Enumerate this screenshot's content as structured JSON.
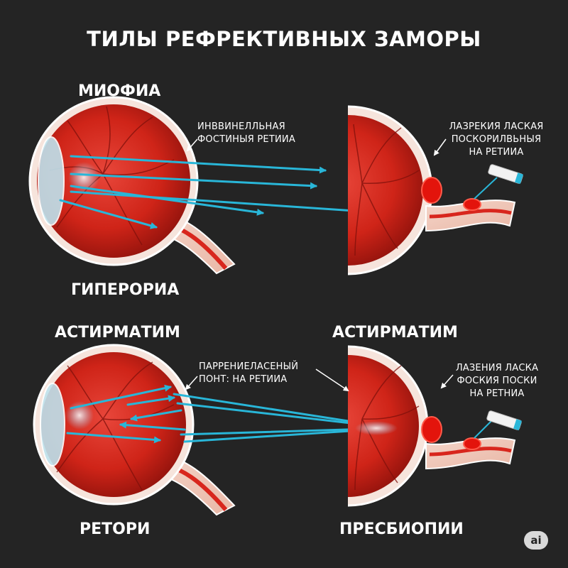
{
  "title": "ТИЛЫ РЕФРЕКТИВНЫХ ЗАМОРЫ",
  "labels": {
    "top_left": "МИОФИА",
    "mid_left": "ГИПЕРОРИА",
    "row2_left": "АСТИРМАТИМ",
    "row2_right": "АСТИРМАТИМ",
    "bottom_left": "РЕТОРИ",
    "bottom_right": "ПРЕСБИОПИИ"
  },
  "notes": {
    "top_center": [
      "ИНВВИНЕЛЛЬНАЯ",
      "ФОСТИНЫЯ РЕТИИА"
    ],
    "top_right": [
      "ЛАЗРЕКИЯ ЛАСКАЯ",
      "ПОСКОРИЛВЬНЫЯ",
      "НА РЕТИИА"
    ],
    "bottom_center": [
      "ПАРРЕНИЕЛАСЕНЫЙ",
      "ПОНТ: НА РЕТИИА"
    ],
    "bottom_right": [
      "ЛАЗЕНИЯ ЛАСКА",
      "ФОСКИЯ ПОСКИ",
      "НА РЕТНИА"
    ]
  },
  "badge": "ai",
  "colors": {
    "background": "#242424",
    "eye_red": "#d8261d",
    "sclera": "#f5dcd3",
    "ray": "#29b6d8",
    "vessel": "#8b1410"
  }
}
